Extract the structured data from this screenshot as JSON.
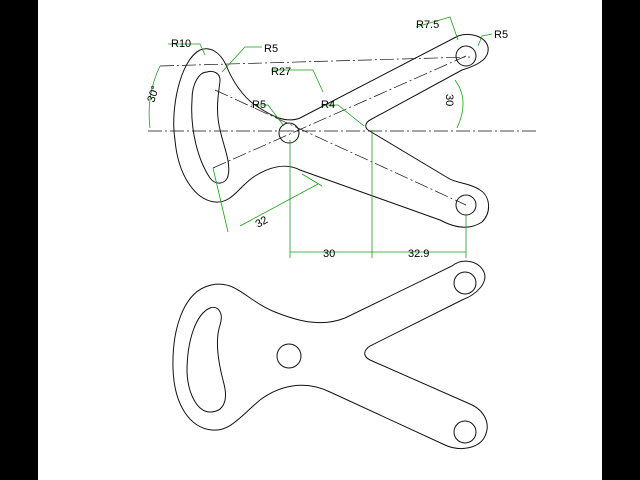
{
  "colors": {
    "background": "#000000",
    "sheet": "#ffffff",
    "geometry": "#111111",
    "dimension": "#1a9e1a",
    "dimension_text": "#000000"
  },
  "dimensions": {
    "r10": "R10",
    "r5_top": "R5",
    "r7_5": "R7.5",
    "r5_right": "R5",
    "r27": "R27",
    "r5_center": "R5",
    "r4": "R4",
    "angle_30": "30°",
    "len_30_vertical": "30",
    "len_32": "32",
    "len_30_horizontal": "30",
    "len_32_9": "32.9"
  }
}
